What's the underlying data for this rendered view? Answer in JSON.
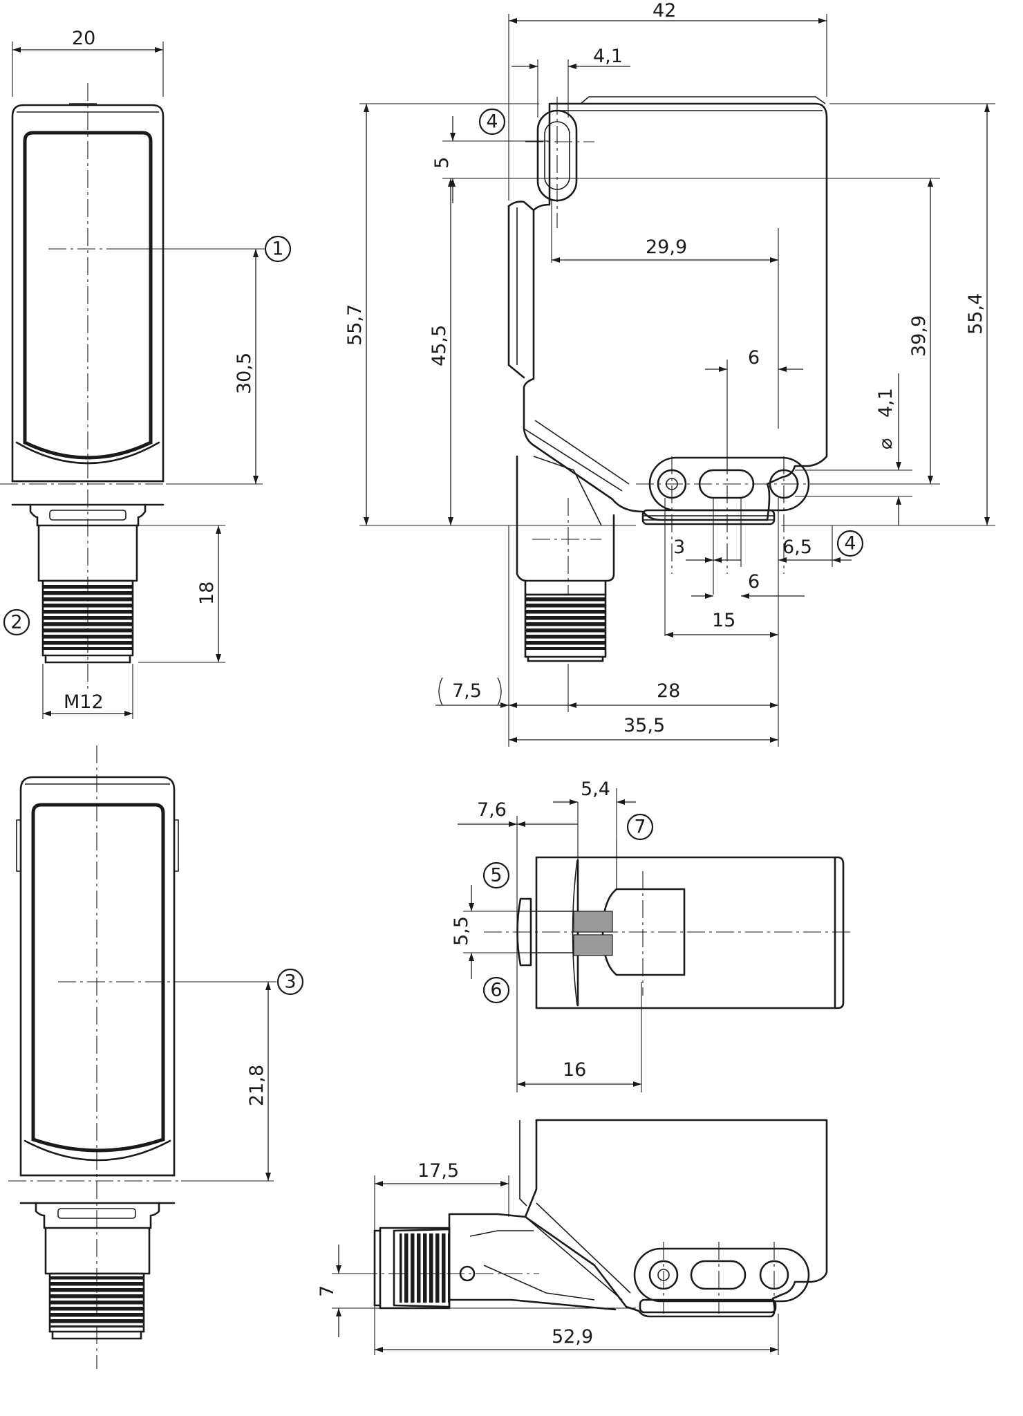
{
  "dimensions": {
    "front_width": "20",
    "front_height_to_axis": "30,5",
    "connector_length": "18",
    "connector_thread": "M12",
    "side_width": "42",
    "slot_offset": "4,1",
    "slot_length": "5",
    "total_height_left": "55,7",
    "slot_height": "45,5",
    "hole_spacing_horizontal": "29,9",
    "slot_width": "6",
    "hole_spacing_vertical": "39,9",
    "total_height_right": "55,4",
    "hole_diameter": "4,1",
    "diameter_symbol": "⌀",
    "bottom_offset_left": "3",
    "bottom_offset_right": "6,5",
    "bottom_slot_width": "6",
    "bottom_span": "15",
    "connector_offset": "7,5",
    "connector_to_hole": "28",
    "total_depth": "35,5",
    "top_offset_a": "7,6",
    "top_offset_b": "5,4",
    "top_led_height": "5,5",
    "top_depth": "16",
    "rotated_connector_offset": "17,5",
    "rotated_connector_height": "7",
    "rotated_total_length": "52,9"
  },
  "callouts": [
    "1",
    "2",
    "3",
    "4",
    "4",
    "5",
    "6",
    "7"
  ]
}
